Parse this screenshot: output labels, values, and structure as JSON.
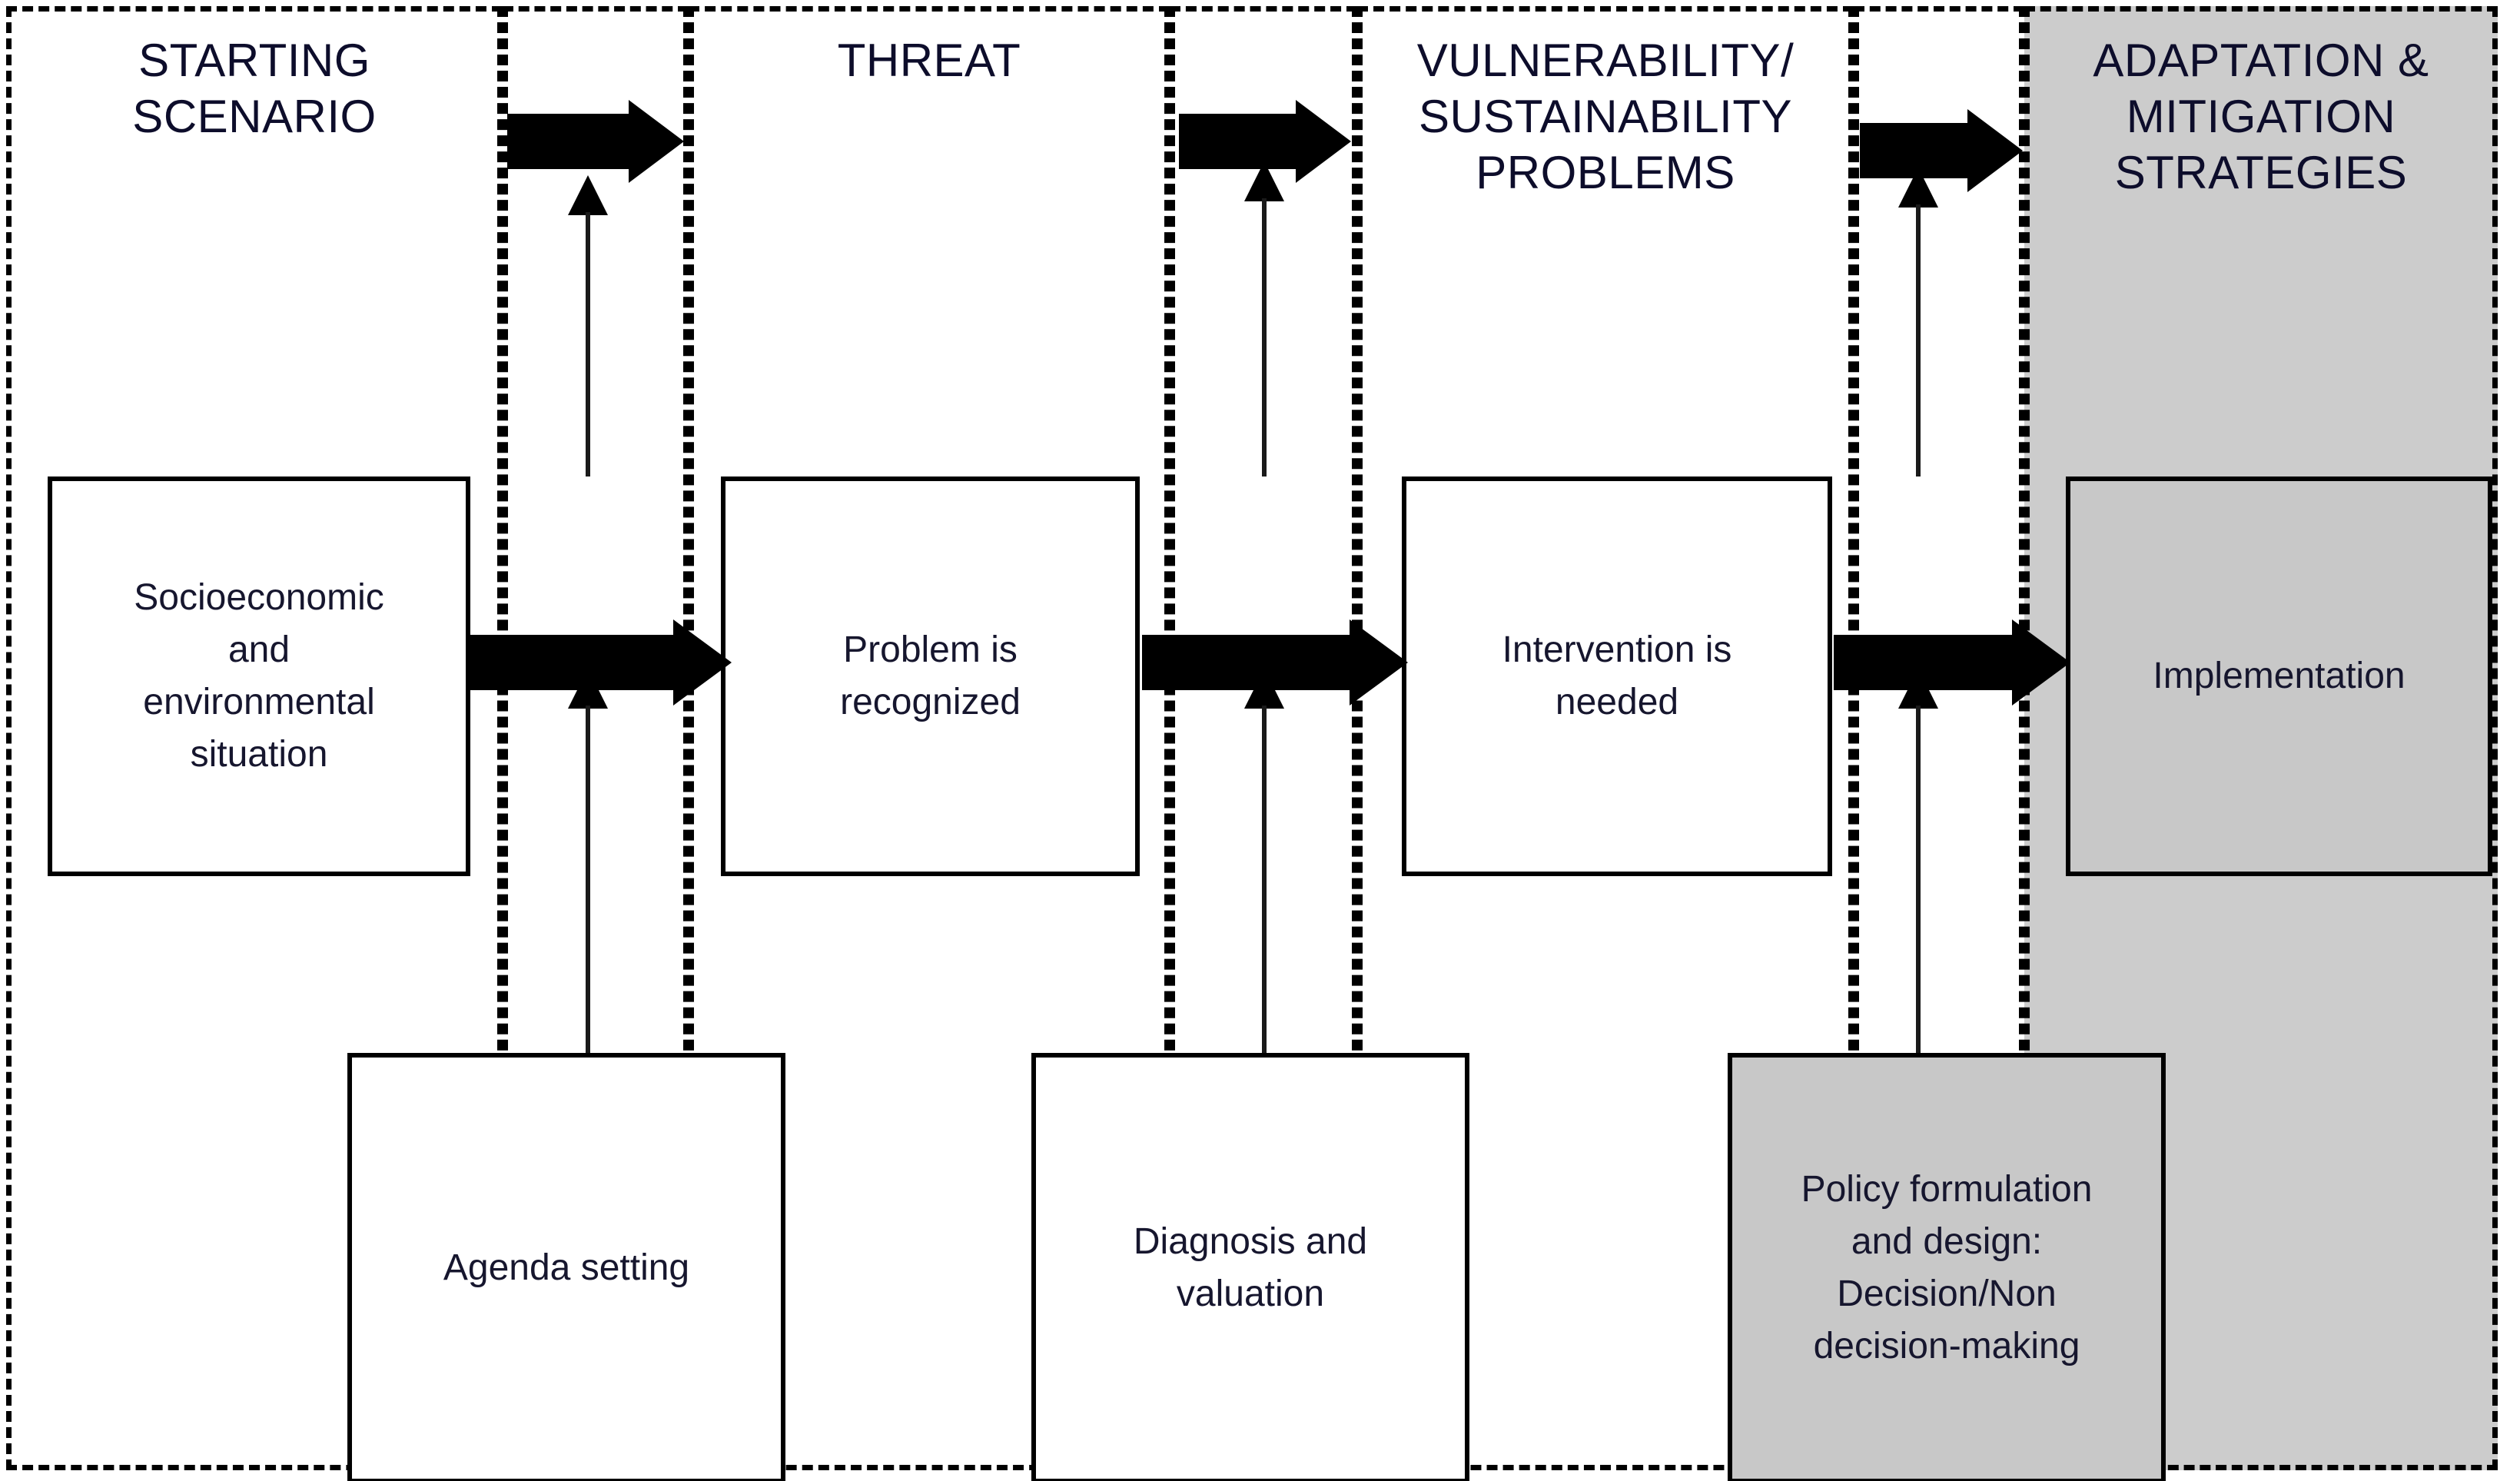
{
  "diagram": {
    "title": "Policy process framework: from starting scenario to adaptation and mitigation strategies",
    "colors": {
      "shaded_lane": "#cccccc",
      "shaded_node": "#c8c8c8",
      "line": "#000000",
      "text": "#16162e"
    },
    "lanes": [
      {
        "id": "starting-scenario",
        "title": "STARTING\nSCENARIO",
        "shaded": false
      },
      {
        "id": "threat",
        "title": "THREAT",
        "shaded": false
      },
      {
        "id": "vulnerability-sustainability-problems",
        "title": "VULNERABILITY/\nSUSTAINABILITY\nPROBLEMS",
        "shaded": false
      },
      {
        "id": "adaptation-mitigation-strategies",
        "title": "ADAPTATION &\nMITIGATION\nSTRATEGIES",
        "shaded": true
      }
    ],
    "main_nodes": [
      {
        "id": "socioeconomic-situation",
        "label": "Socioeconomic\nand\nenvironmental\nsituation",
        "shaded": false
      },
      {
        "id": "problem-recognized",
        "label": "Problem is\nrecognized",
        "shaded": false
      },
      {
        "id": "intervention-needed",
        "label": "Intervention is\nneeded",
        "shaded": false
      },
      {
        "id": "implementation",
        "label": "Implementation",
        "shaded": true
      }
    ],
    "support_nodes": [
      {
        "id": "agenda-setting",
        "label": "Agenda setting",
        "shaded": false
      },
      {
        "id": "diagnosis-valuation",
        "label": "Diagnosis and\nvaluation",
        "shaded": false
      },
      {
        "id": "policy-formulation",
        "label": "Policy formulation\nand design:\nDecision/Non\ndecision-making",
        "shaded": true
      }
    ],
    "connectors": {
      "block_arrows": [
        {
          "id": "arrow-scenario-to-threat-top",
          "direction": "right"
        },
        {
          "id": "arrow-scenario-to-threat-mid",
          "direction": "right"
        },
        {
          "id": "arrow-threat-to-vulnerability-top",
          "direction": "right"
        },
        {
          "id": "arrow-threat-to-vulnerability-mid",
          "direction": "right"
        },
        {
          "id": "arrow-vulnerability-to-adaptation-top",
          "direction": "right"
        },
        {
          "id": "arrow-vulnerability-to-adaptation-mid",
          "direction": "right"
        }
      ],
      "thin_arrows": [
        {
          "id": "arrow-agenda-setting-up-upper",
          "direction": "up"
        },
        {
          "id": "arrow-agenda-setting-up-lower",
          "direction": "up"
        },
        {
          "id": "arrow-diagnosis-up-upper",
          "direction": "up"
        },
        {
          "id": "arrow-diagnosis-up-lower",
          "direction": "up"
        },
        {
          "id": "arrow-policy-up-upper",
          "direction": "up"
        },
        {
          "id": "arrow-policy-up-lower",
          "direction": "up"
        }
      ]
    }
  }
}
